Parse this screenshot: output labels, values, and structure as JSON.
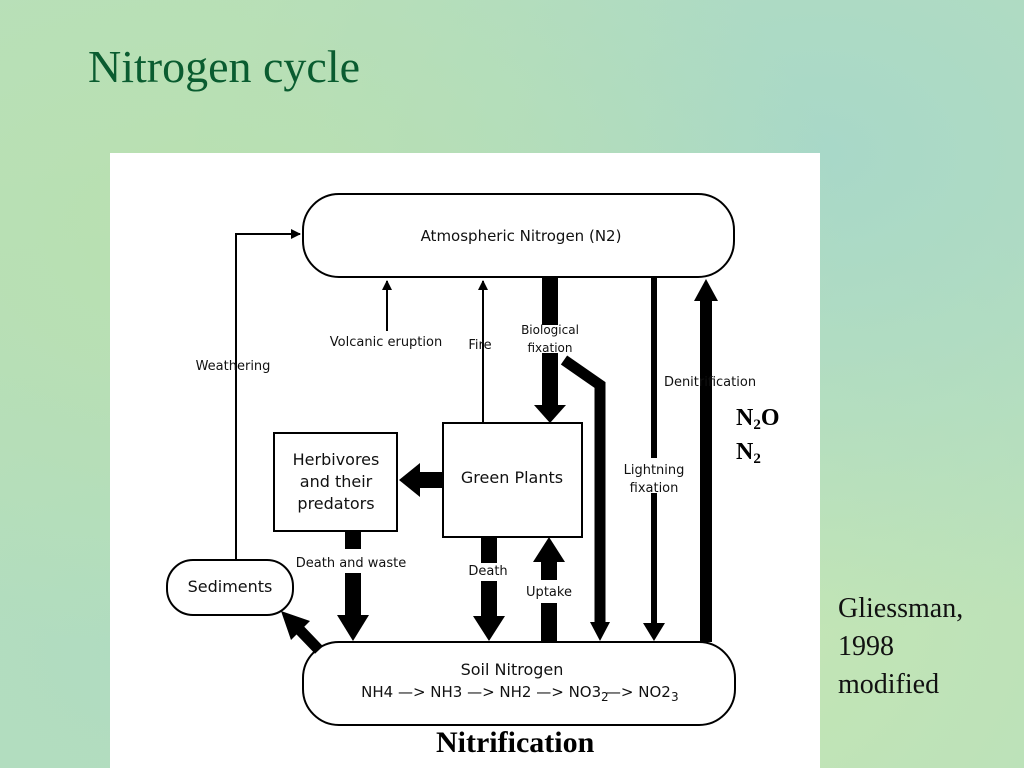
{
  "slide": {
    "title": "Nitrogen cycle",
    "citation_lines": [
      "Gliessman,",
      "1998",
      "modified"
    ],
    "caption": "Nitrification"
  },
  "gases": {
    "n2o": {
      "main": "N",
      "sub": "2",
      "tail": "O"
    },
    "n2": {
      "main": "N",
      "sub": "2"
    }
  },
  "diagram": {
    "atmosphere_label": "Atmospheric Nitrogen (N2)",
    "soil_label": "Soil Nitrogen",
    "soil_chain": "NH4 —> NH3 —> NH2 —> NO3 —> NO2",
    "soil_overlay_2": "2",
    "soil_overlay_3": "3",
    "green_plants": "Green Plants",
    "herbivores_lines": [
      "Herbivores",
      "and their",
      "predators"
    ],
    "sediments": "Sediments",
    "weathering": "Weathering",
    "volcanic": "Volcanic eruption",
    "fire": "Fire",
    "biological_lines": [
      "Biological",
      "fixation"
    ],
    "denitrification": "Denitrification",
    "lightning_lines": [
      "Lightning",
      "fixation"
    ],
    "death_waste": "Death and waste",
    "death": "Death",
    "uptake": "Uptake"
  }
}
